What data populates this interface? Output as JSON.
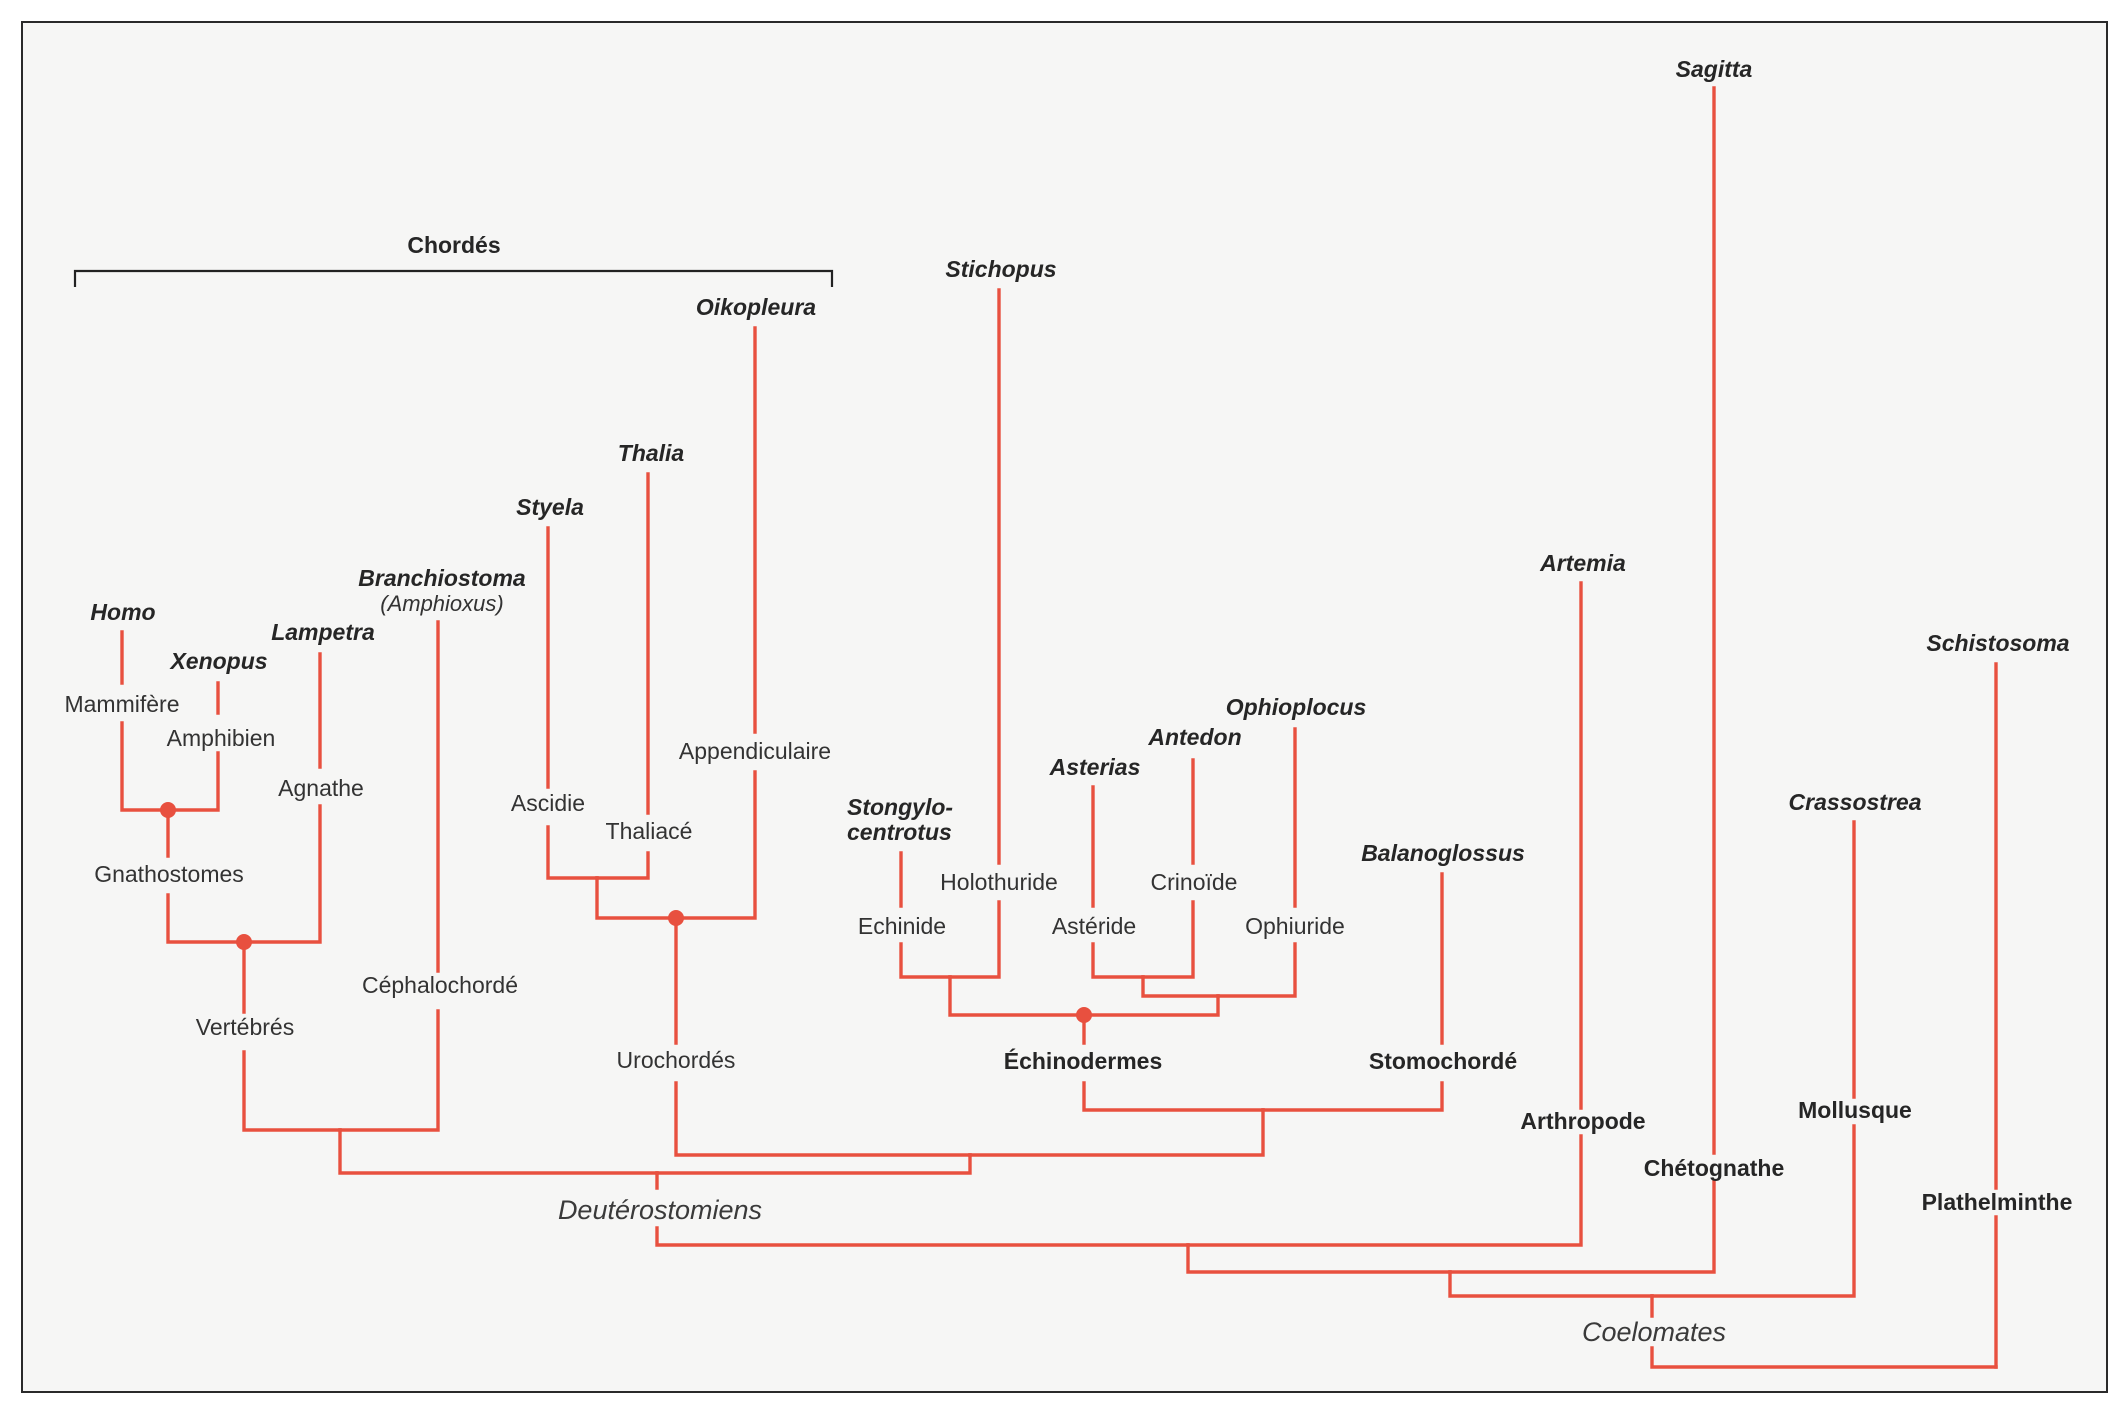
{
  "colors": {
    "branch": "#e8503f",
    "frame": "#2a2a2a",
    "background": "#f6f6f5",
    "text": "#2b2b2b"
  },
  "header": {
    "chordes": "Chordés"
  },
  "genera": {
    "sagitta": "Sagitta",
    "stichopus": "Stichopus",
    "oikopleura": "Oikopleura",
    "thalia": "Thalia",
    "styela": "Styela",
    "branchiostoma": "Branchiostoma",
    "amphioxus": "(Amphioxus)",
    "homo": "Homo",
    "xenopus": "Xenopus",
    "lampetra": "Lampetra",
    "artemia": "Artemia",
    "schistosoma": "Schistosoma",
    "ophioplocus": "Ophioplocus",
    "antedon": "Antedon",
    "asterias": "Asterias",
    "stongylo_1": "Stongylo-",
    "stongylo_2": "centrotus",
    "crassostrea": "Crassostrea",
    "balanoglossus": "Balanoglossus"
  },
  "groups": {
    "mammifere": "Mammifère",
    "amphibien": "Amphibien",
    "agnathe": "Agnathe",
    "gnathostomes": "Gnathostomes",
    "vertebres": "Vertébrés",
    "cephalochorde": "Céphalochordé",
    "ascidie": "Ascidie",
    "thaliace": "Thaliacé",
    "appendiculaire": "Appendiculaire",
    "urochordes": "Urochordés",
    "holothuride": "Holothuride",
    "echinide": "Echinide",
    "crinoide": "Crinoïde",
    "asteride": "Astéride",
    "ophiuride": "Ophiuride"
  },
  "phyla": {
    "echinodermes": "Échinodermes",
    "stomochorde": "Stomochordé",
    "arthropode": "Arthropode",
    "mollusque": "Mollusque",
    "chetognathe": "Chétognathe",
    "plathelminthe": "Plathelminthe"
  },
  "clades": {
    "deuterostomiens": "Deutérostomiens",
    "coelomates": "Coelomates"
  }
}
